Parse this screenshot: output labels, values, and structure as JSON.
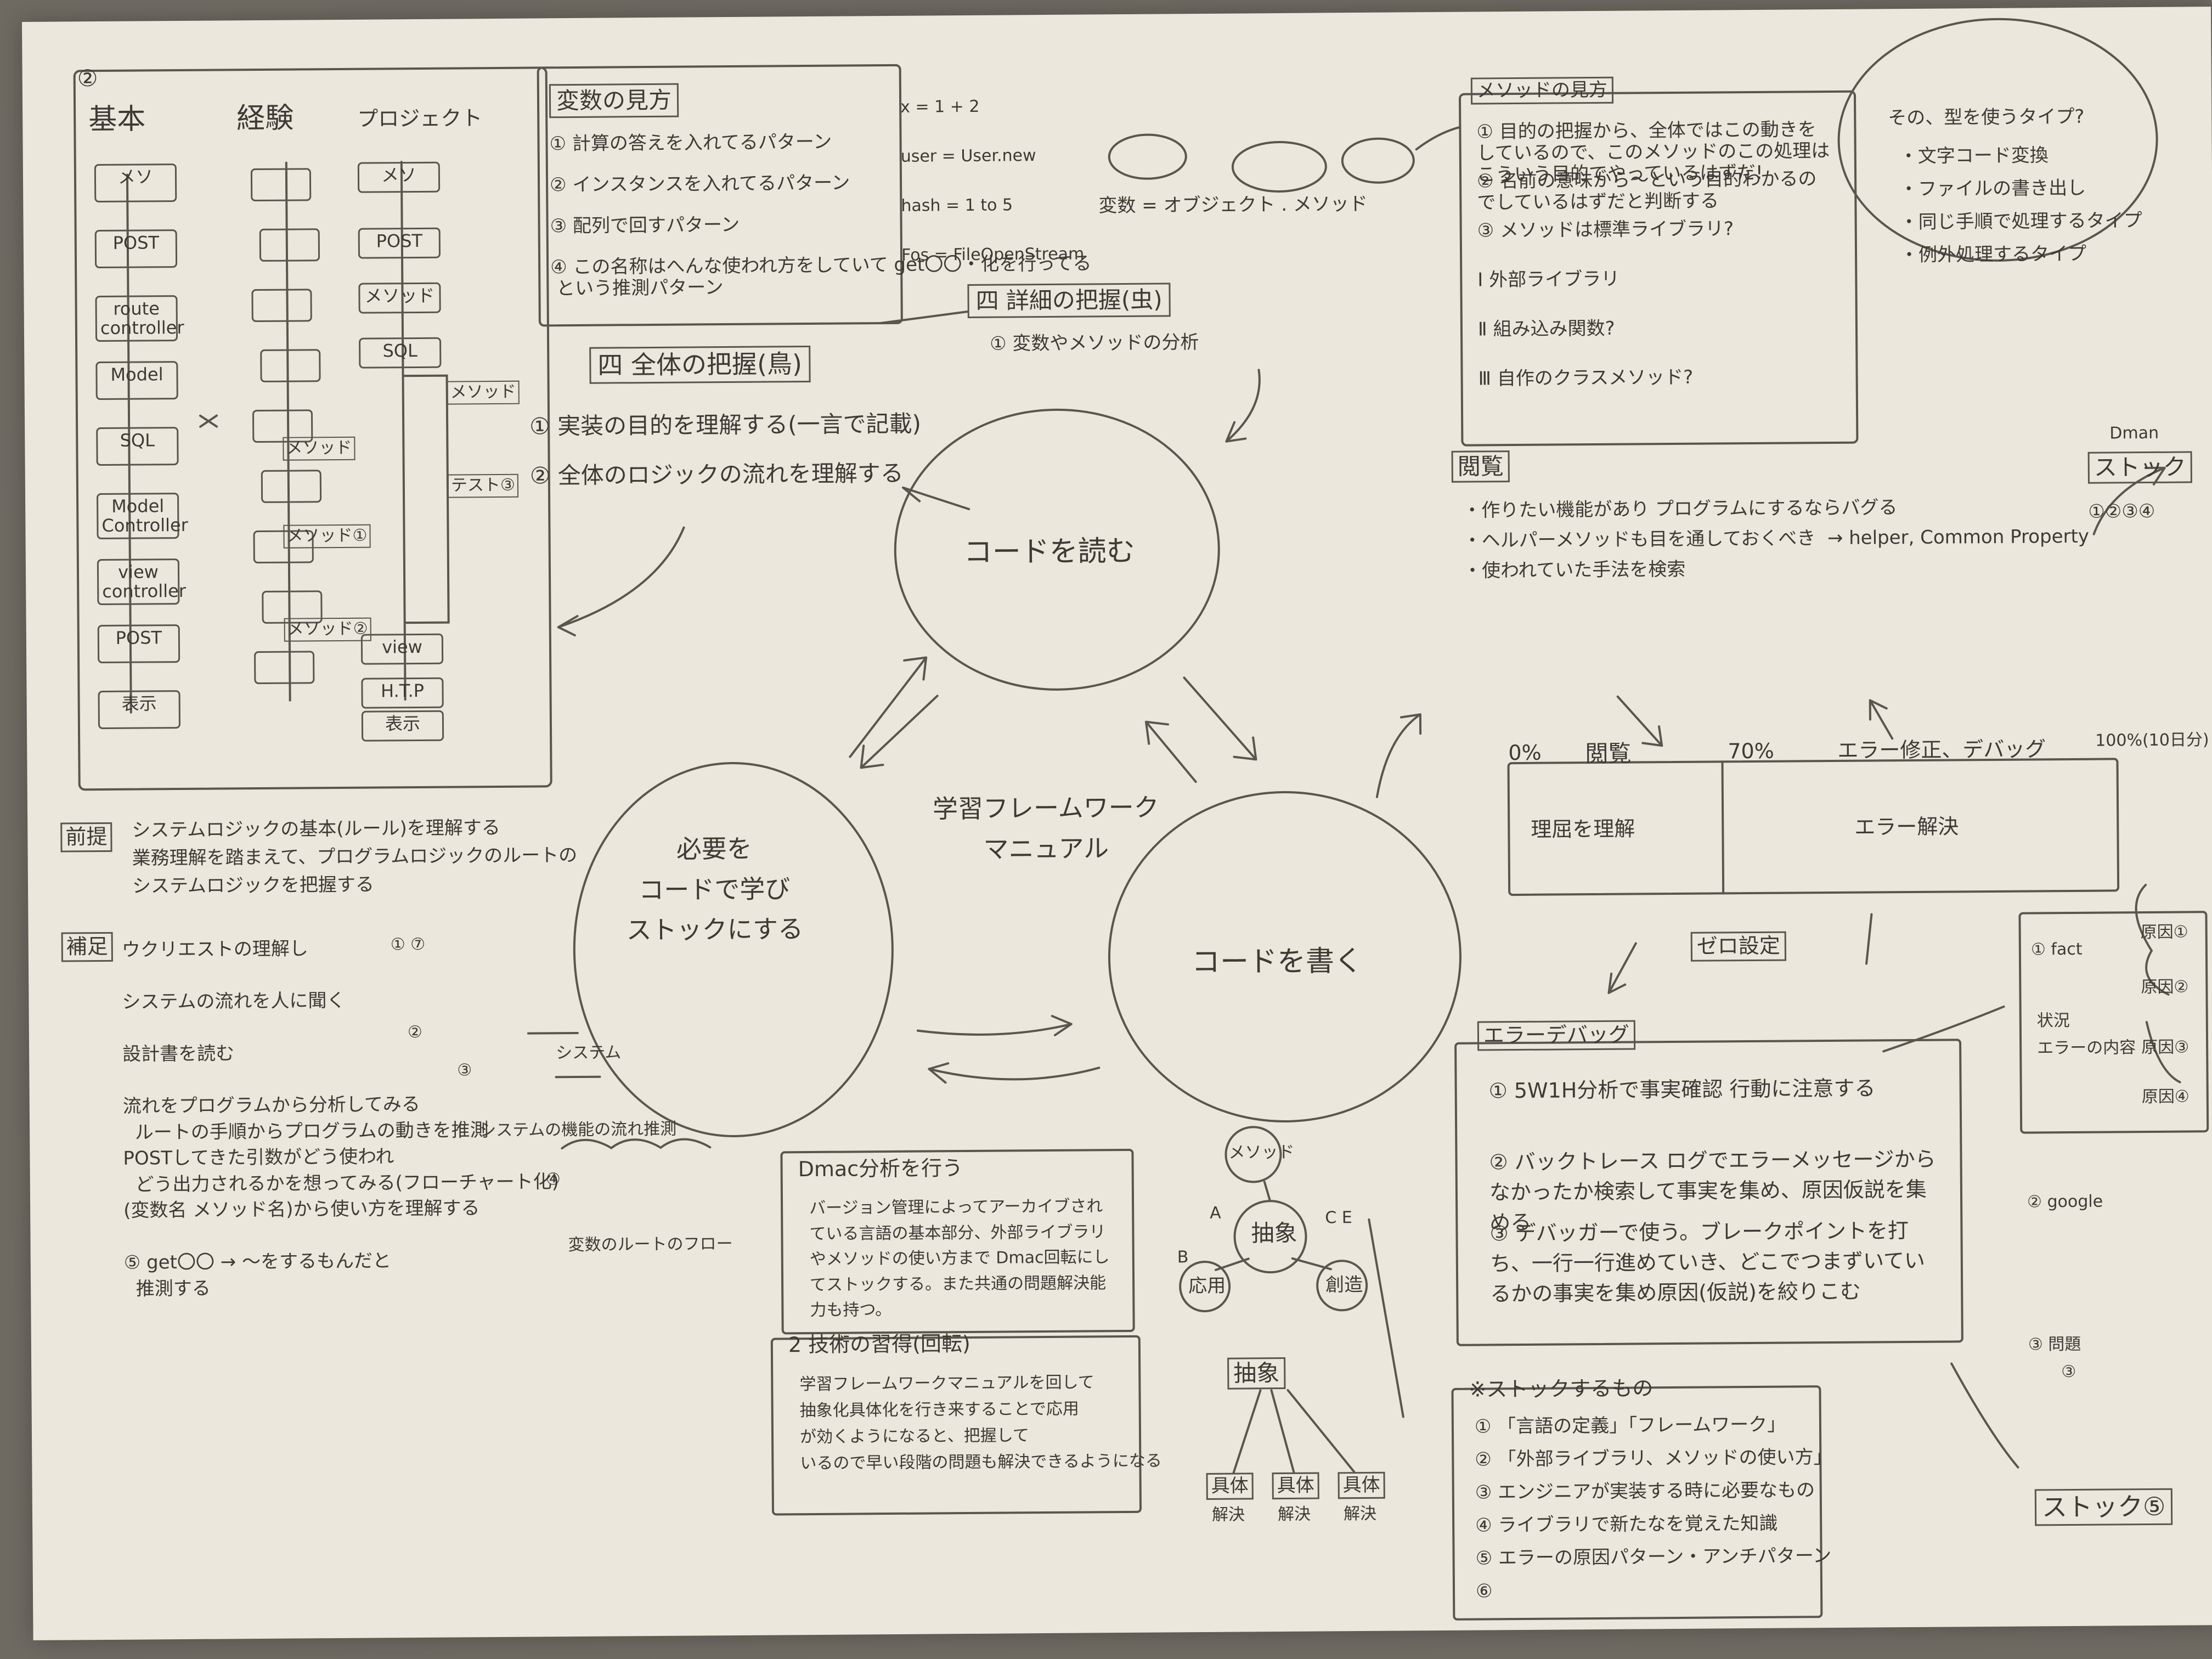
{
  "colors": {
    "paper": "#ebe7dc",
    "pencil": "#3d3a35",
    "background": "#6e6a62"
  },
  "center": {
    "read": "コードを読む",
    "write": "コードを書く",
    "stock": "必要を\nコードで学び\nストックにする",
    "title": "学習フレームワーク\nマニュアル"
  },
  "flow": {
    "num": "②",
    "col1": "基本",
    "col2": "経験",
    "col3": "プロジェクト",
    "col1_items": [
      "メソ",
      "POST",
      "route\ncontroller",
      "Model",
      "SQL",
      "Model\nController",
      "view\ncontroller",
      "POST",
      "表示"
    ],
    "col3_items": [
      "メソ",
      "POST",
      "メソッド",
      "SQL",
      "view",
      "H.T.P",
      "表示"
    ],
    "mid_labels": [
      "メソッド",
      "メソッド",
      "メソッド①",
      "メソッド②",
      "テスト③"
    ]
  },
  "vars": {
    "title": "変数の見方",
    "items": [
      "① 計算の答えを入れてるパターン",
      "② インスタンスを入れてるパターン",
      "③ 配列で回すパターン",
      "④ この名称はへんな使われ方をしていて get〇〇・化を行ってる\n という推測パターン"
    ],
    "notes": [
      "x = 1 + 2",
      "user = User.new",
      "hash = 1 to 5",
      "Fos = FileOpenStream"
    ],
    "eq": "変数 = オブジェクト . メソッド"
  },
  "whole": {
    "title": "四 全体の把握(鳥)",
    "detail": "四 詳細の把握(虫)",
    "detail_sub": "① 変数やメソッドの分析",
    "p1": "① 実装の目的を理解する(一言で記載)",
    "p2": "② 全体のロジックの流れを理解する"
  },
  "method": {
    "title": "メソッドの見方",
    "items": [
      "① 目的の把握から、全体ではこの動きをしているので、このメソッドのこの処理はこういう目的でやっているはずだ!",
      "② 名前の意味から〜という目的わかるのでしているはずだと判断する",
      "③ メソッドは標準ライブラリ?",
      "Ⅰ 外部ライブラリ",
      "Ⅱ 組み込み関数?",
      "Ⅲ 自作のクラスメソッド?"
    ]
  },
  "types": {
    "title": "その、型を使うタイプ?",
    "items": [
      "・文字コード変換",
      "・ファイルの書き出し",
      "・同じ手順で処理するタイプ",
      "・例外処理するタイプ"
    ]
  },
  "kan": {
    "title": "閲覧",
    "items": [
      "・作りたい機能があり プログラムにするならバグる",
      "・ヘルパーメソッドも目を通しておくべき  → helper, Common Property",
      "・使われていた手法を検索"
    ],
    "dman": "Dman",
    "stock": "ストック",
    "stock_nums": "①②③④"
  },
  "progress": {
    "p0": "0%",
    "kan": "閲覧",
    "p70": "70%",
    "err": "エラー修正、デバッグ",
    "p100": "100%(10日分)",
    "r1": "理屈を理解",
    "r2": "エラー解決",
    "zero": "ゼロ設定"
  },
  "debug": {
    "title": "エラーデバッグ",
    "items": [
      "① 5W1H分析で事実確認 行動に注意する",
      "② バックトレース ログでエラーメッセージからなかったか検索して事実を集め、原因仮説を集める",
      "③ デバッガーで使う。ブレークポイントを打ち、一行一行進めていき、どこでつまずいているかの事実を集め原因(仮説)を絞りこむ"
    ],
    "right": [
      "① fact",
      "状況",
      "エラーの内容",
      "原因①",
      "原因②",
      "原因③",
      "原因④",
      "② google",
      "③ 問題",
      "③",
      "ストック⑤"
    ]
  },
  "study": {
    "prep": "前提",
    "prep_text": "システムロジックの基本(ルール)を理解する\n業務理解を踏まえて、プログラムロジックのルートの\nシステムロジックを把握する",
    "supp": "補足",
    "supp_items": [
      "ウクリエストの理解し",
      "システムの流れを人に聞く",
      "設計書を読む",
      "流れをプログラムから分析してみる\n  ルートの手順からプログラムの動きを推測",
      "POSTしてきた引数がどう使われ\n  どう出力されるかを想ってみる(フローチャート化)",
      "(変数名 メソッド名)から使い方を理解する",
      "⑤ get〇〇 → 〜をするもんだと\n  推測する"
    ],
    "labels": [
      "① ⑦",
      "②",
      "③",
      "④",
      "システム",
      "システムの機能の流れ推測",
      "変数のルートのフロー"
    ]
  },
  "dmac": {
    "title": "Dmac分析を行う",
    "text": "バージョン管理によってアーカイブされている言語の基本部分、外部ライブラリやメソッドの使い方まで Dmac回転にしてストックする。また共通の問題解決能力も持つ。",
    "tech_title": "2 技術の習得(回転)",
    "tech_text": "学習フレームワークマニュアルを回して\n抽象化具体化を行き来することで応用\nが効くようになると、把握して\nいるので早い段階の問題も解決できるようになる"
  },
  "abstract": {
    "method": "メソッド",
    "a": "A",
    "b": "B",
    "c": "C E",
    "absA": "抽象",
    "l1": "応用",
    "l2": "創造",
    "abs2": "抽象",
    "c1": "具体",
    "c2": "具体",
    "c3": "具体",
    "c1b": "解決",
    "c2b": "解決",
    "c3b": "解決"
  },
  "stockbox": {
    "title": "※ストックするもの",
    "items": [
      "① 「言語の定義」「フレームワーク」",
      "② 「外部ライブラリ、メソッドの使い方」",
      "③ エンジニアが実装する時に必要なもの",
      "④ ライブラリで新たなを覚えた知識",
      "⑤ エラーの原因パターン・アンチパターン",
      "⑥"
    ]
  }
}
